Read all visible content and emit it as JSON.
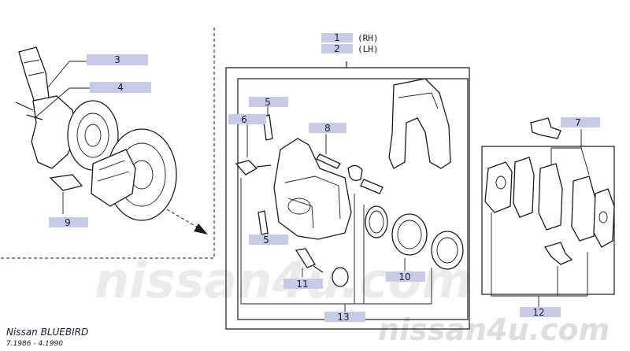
{
  "diagram": {
    "colors": {
      "callout_fill": "#c8cbe8",
      "line": "#1a1a1a",
      "watermark": "#d9d9d9"
    },
    "callouts": {
      "c1": {
        "label": "1",
        "side": "(RH)"
      },
      "c2": {
        "label": "2",
        "side": "(LH)"
      },
      "c3": {
        "label": "3"
      },
      "c4": {
        "label": "4"
      },
      "c5a": {
        "label": "5"
      },
      "c5b": {
        "label": "5"
      },
      "c6": {
        "label": "6"
      },
      "c7": {
        "label": "7"
      },
      "c8": {
        "label": "8"
      },
      "c9": {
        "label": "9"
      },
      "c10": {
        "label": "10"
      },
      "c11": {
        "label": "11"
      },
      "c12": {
        "label": "12"
      },
      "c13": {
        "label": "13"
      }
    },
    "caption": {
      "model": "Nissan BLUEBIRD",
      "date_range": "7.1986 - 4.1990"
    },
    "watermark": {
      "center": "nissan4u.com",
      "bottom": "nissan4u.com"
    }
  }
}
